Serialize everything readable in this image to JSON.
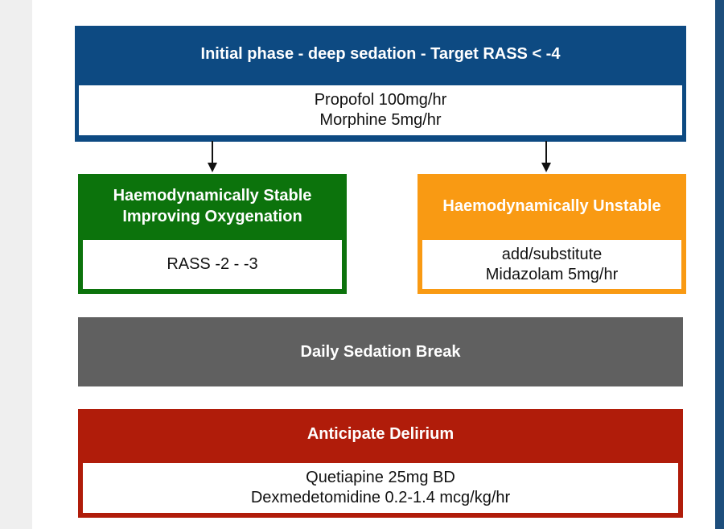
{
  "colors": {
    "initial": "#0d4a82",
    "stable": "#0c730c",
    "unstable": "#f99a13",
    "break": "#606060",
    "delirium": "#b01c0a",
    "frame": "#1d4e7c",
    "arrow": "#111111"
  },
  "initial_phase": {
    "title": "Initial phase - deep sedation - Target RASS < -4",
    "lines": [
      "Propofol 100mg/hr",
      "Morphine 5mg/hr"
    ]
  },
  "stable": {
    "title_lines": [
      "Haemodynamically Stable",
      "Improving Oxygenation"
    ],
    "lines": [
      "RASS -2 - -3"
    ]
  },
  "unstable": {
    "title": "Haemodynamically Unstable",
    "lines": [
      "add/substitute",
      "Midazolam 5mg/hr"
    ]
  },
  "break": {
    "title": "Daily Sedation Break"
  },
  "delirium": {
    "title": "Anticipate Delirium",
    "lines": [
      "Quetiapine 25mg BD",
      "Dexmedetomidine 0.2-1.4 mcg/kg/hr"
    ]
  }
}
